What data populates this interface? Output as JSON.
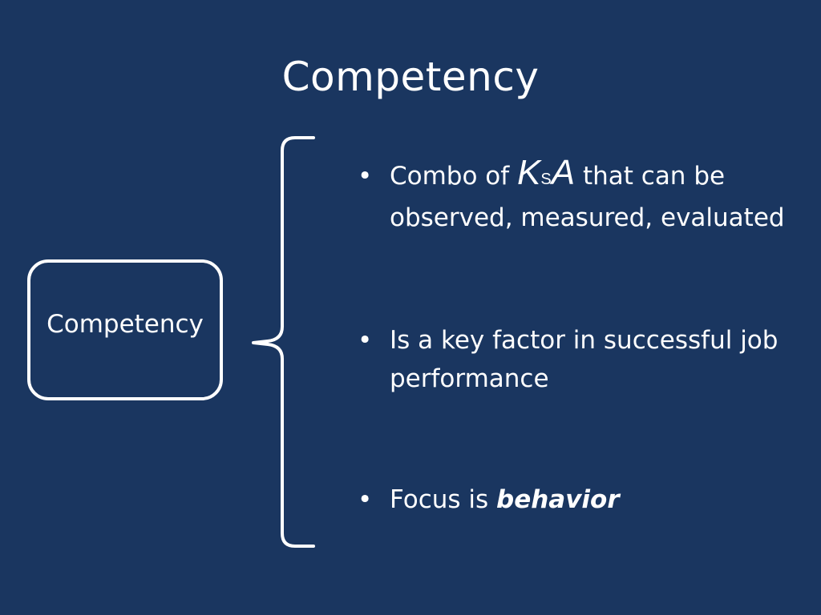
{
  "slide": {
    "title": "Competency",
    "concept": {
      "label": "Competency"
    },
    "bullets": [
      {
        "symbol": "•",
        "prefix": "Combo of ",
        "ksa": {
          "k": "K",
          "s": "S",
          "a": "A"
        },
        "suffix": " that can be observed, measured, evaluated"
      },
      {
        "symbol": "•",
        "text": "Is a key factor in successful job performance"
      },
      {
        "symbol": "•",
        "prefix": "Focus is ",
        "emphasis": "behavior"
      }
    ]
  },
  "colors": {
    "background": "#1a3660",
    "foreground": "#ffffff"
  }
}
